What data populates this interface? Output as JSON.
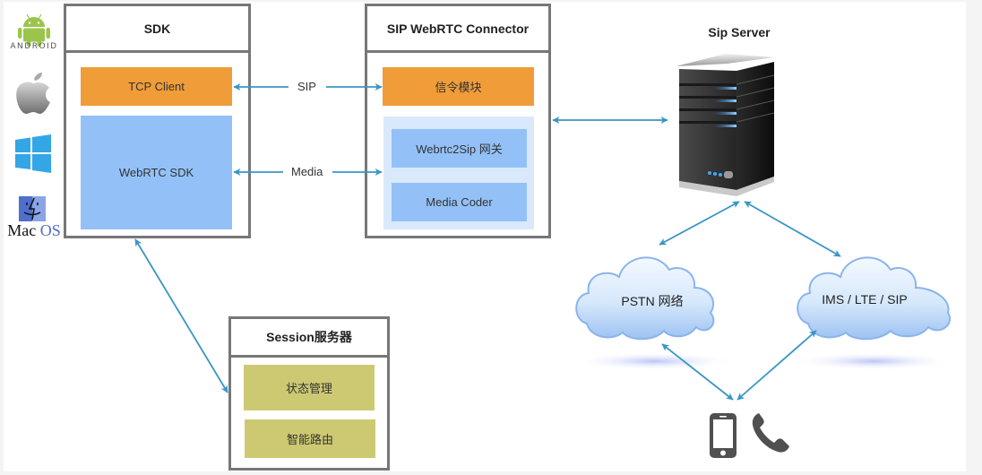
{
  "platforms": [
    {
      "name": "Android",
      "label": "ANDROID"
    },
    {
      "name": "Apple"
    },
    {
      "name": "Windows"
    },
    {
      "name": "Mac OS",
      "label_mac": "Mac",
      "label_os": "OS"
    }
  ],
  "sdk": {
    "title": "SDK",
    "tcp_client": "TCP Client",
    "webrtc_sdk": "WebRTC SDK"
  },
  "connector": {
    "title": "SIP WebRTC Connector",
    "signaling": "信令模块",
    "gateway": "Webrtc2Sip 网关",
    "media_coder": "Media Coder"
  },
  "links": {
    "sip": "SIP",
    "media": "Media"
  },
  "sip_server": {
    "title": "Sip Server"
  },
  "clouds": {
    "pstn": "PSTN 网络",
    "ims": "IMS / LTE / SIP"
  },
  "session": {
    "title": "Session服务器",
    "state_mgmt": "状态管理",
    "routing": "智能路由"
  },
  "colors": {
    "arrow": "#3a96c4",
    "frame": "#777777",
    "orange": "#f09c38",
    "blue": "#93c1f7",
    "olive": "#cdc972"
  }
}
